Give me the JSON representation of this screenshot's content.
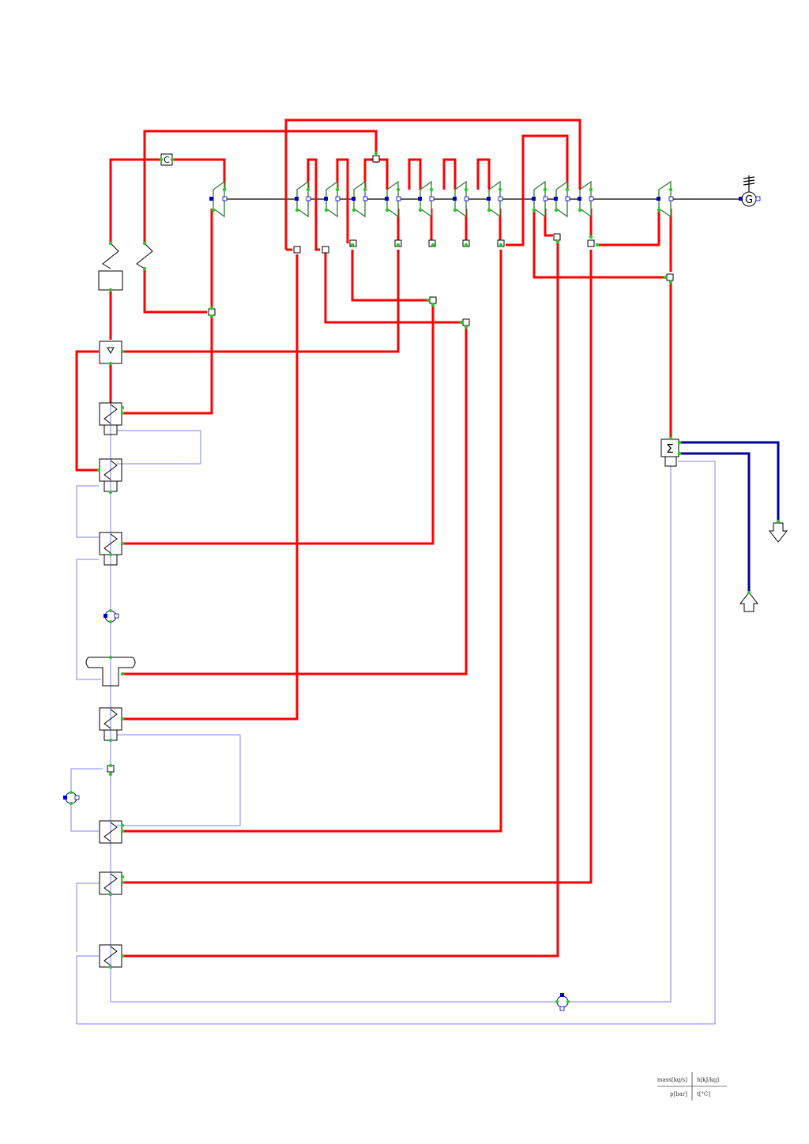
{
  "legend": {
    "top_left": "mass[kg/s]",
    "top_right": "h[kJ/kg]",
    "bottom_left": "p[bar]",
    "bottom_right": "t[°C]"
  },
  "labels": {
    "compressor_letter": "C",
    "generator_letter": "G",
    "sum_symbol": "Σ"
  },
  "colors": {
    "steam_line": "#ff0000",
    "water_line": "#8080ff",
    "cooling_line": "#000099",
    "port": "#22cc22",
    "shaft_port": "#0000cc"
  }
}
